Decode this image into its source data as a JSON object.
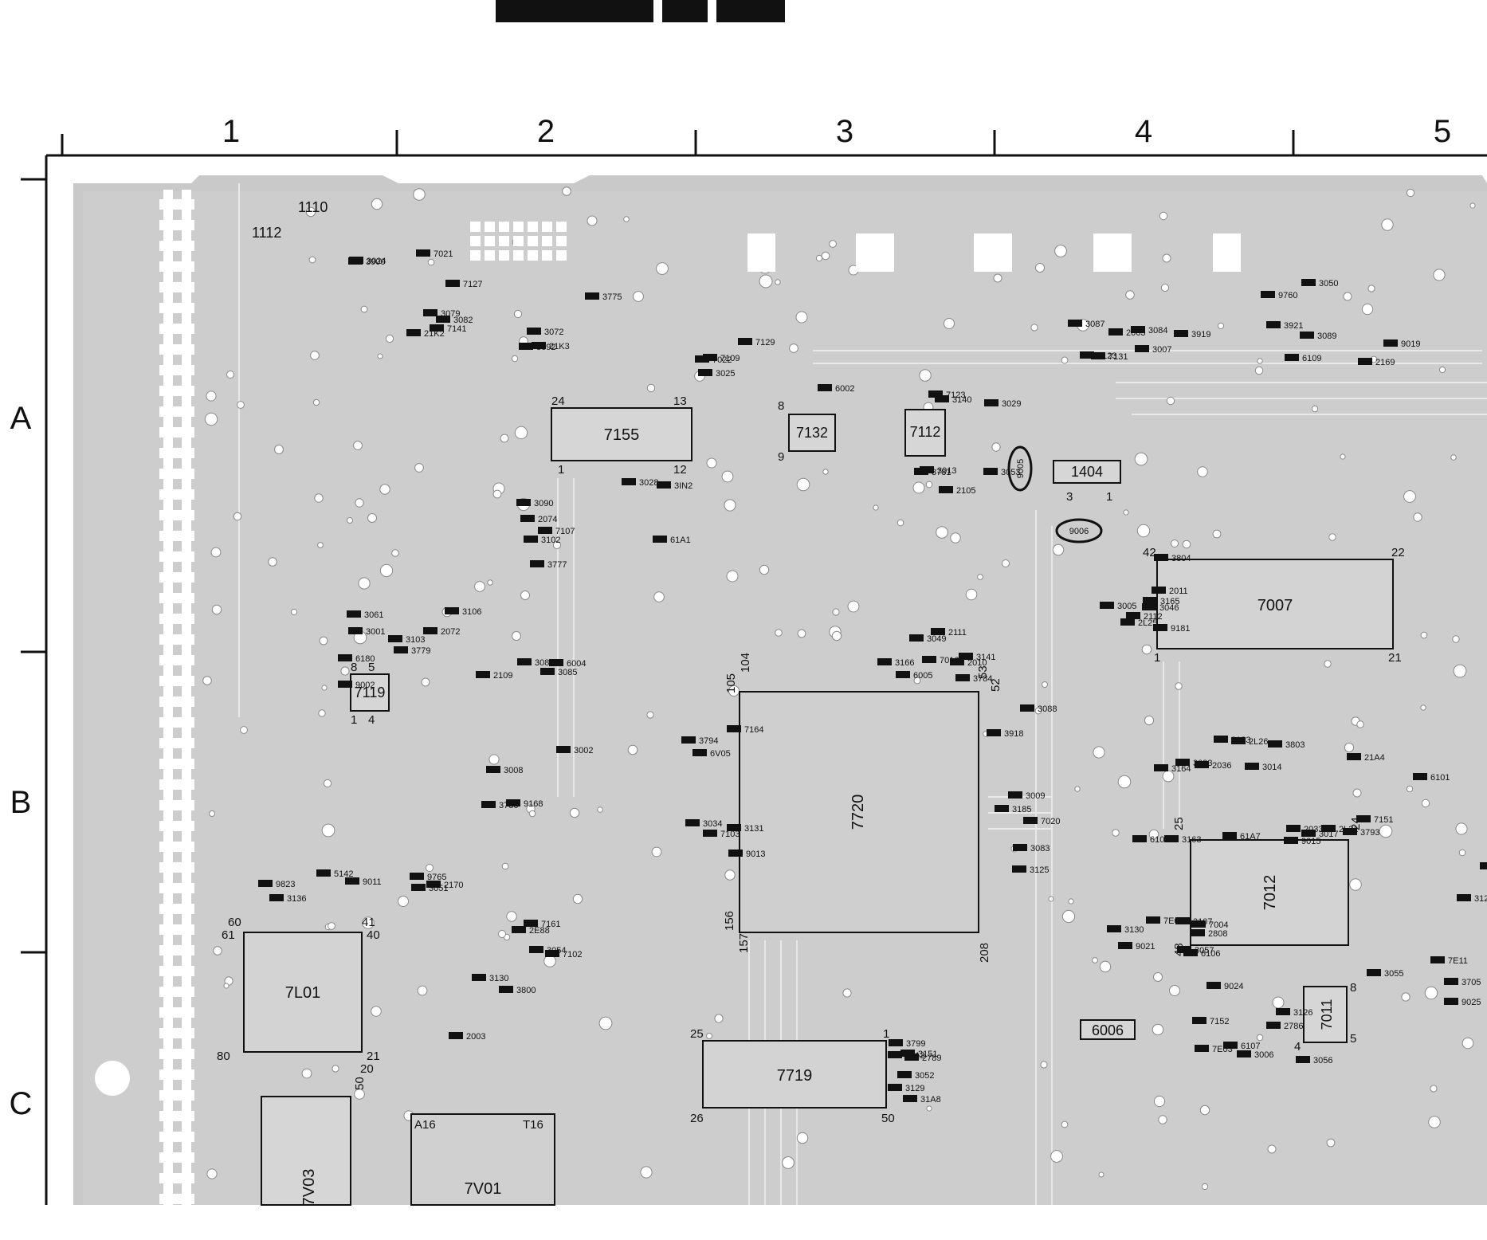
{
  "sheet": {
    "columns": [
      "1",
      "2",
      "3",
      "4",
      "5"
    ],
    "rows": [
      "A",
      "B",
      "C"
    ]
  },
  "chips": {
    "u7155": {
      "ref": "7155",
      "pin_top_left": "24",
      "pin_top_right": "13",
      "pin_bottom_left": "1",
      "pin_bottom_right": "12"
    },
    "u7132": {
      "ref": "7132",
      "pin_a": "8",
      "pin_b": "9"
    },
    "u7112": {
      "ref": "7112"
    },
    "u1404": {
      "ref": "1404",
      "pin_a": "3",
      "pin_b": "1"
    },
    "u7007": {
      "ref": "7007",
      "pin_top_left": "42",
      "pin_top_right": "22",
      "pin_bottom_left": "1",
      "pin_bottom_right": "21"
    },
    "u7720": {
      "ref": "7720",
      "pin_tl1": "105",
      "pin_tl2": "104",
      "pin_tr1": "53",
      "pin_tr2": "52",
      "pin_bl": "157",
      "pin_bl2": "156",
      "pin_br": "208"
    },
    "u7012": {
      "ref": "7012",
      "pin_tl": "25",
      "pin_tr": "24",
      "pin_bl": "48"
    },
    "u7L01": {
      "ref": "7L01",
      "pin_tl1": "60",
      "pin_tl2": "61",
      "pin_tr1": "41",
      "pin_tr2": "40",
      "pin_bl": "80",
      "pin_br1": "21",
      "pin_br2": "20"
    },
    "u7719": {
      "ref": "7719",
      "pin_tl": "25",
      "pin_tr": "1",
      "pin_bl": "26",
      "pin_br": "50"
    },
    "u7V01": {
      "ref": "7V01",
      "pin_tl": "A16",
      "pin_tr": "T16"
    },
    "u7V03": {
      "ref": "7V03",
      "pin_tr": "50"
    },
    "u7011": {
      "ref": "7011",
      "pin_tr": "8",
      "pin_bl": "4",
      "pin_br": "5"
    },
    "u7119": {
      "ref": "7119",
      "pin_tl1": "8",
      "pin_tl2": "5",
      "pin_bl1": "1",
      "pin_bl2": "4"
    },
    "u1110": {
      "ref": "1110"
    },
    "u1112": {
      "ref": "1112"
    },
    "u6006": {
      "ref": "6006"
    }
  },
  "marked_refs": [
    "9005",
    "9006"
  ],
  "refs": [
    "21K2",
    "21K3",
    "61A1",
    "6180",
    "2109",
    "3140",
    "3141",
    "9181",
    "3133",
    "6108",
    "6106",
    "6107",
    "6101",
    "3130",
    "3131",
    "3129",
    "5142",
    "6109",
    "3123",
    "3125",
    "7141",
    "7109",
    "7107",
    "3106",
    "9168",
    "7123",
    "3166",
    "3165",
    "3164",
    "3163",
    "3130",
    "7152",
    "7151",
    "7161",
    "7164",
    "3151",
    "2170",
    "2169",
    "7131",
    "3185",
    "7127",
    "7129",
    "3IN2",
    "9002",
    "3008",
    "6002",
    "6005",
    "3046",
    "2036",
    "2033",
    "3057",
    "3056",
    "3055",
    "3054",
    "3034",
    "3052",
    "3051",
    "3050",
    "3087",
    "3083",
    "3082",
    "3072",
    "3102",
    "3061",
    "3085",
    "3029",
    "3049",
    "3005",
    "3093",
    "3017",
    "7004",
    "3006",
    "3062",
    "2003",
    "9013",
    "9012",
    "9011",
    "9019",
    "2063",
    "7020",
    "7021",
    "7022",
    "2074",
    "2072",
    "6004",
    "3053",
    "7016",
    "2L25",
    "2L26",
    "2L31",
    "7E04",
    "7E03",
    "7E11",
    "2E88",
    "6V05",
    "2789",
    "9823",
    "3921",
    "3919",
    "3918",
    "3900",
    "3775",
    "3777",
    "3779",
    "3780",
    "3781",
    "3784",
    "3804",
    "3803",
    "3793",
    "2808",
    "2786",
    "3705",
    "3800",
    "3794",
    "3799",
    "9765",
    "9760",
    "3007",
    "3009",
    "3024",
    "3025",
    "3028",
    "3103",
    "3080",
    "2105",
    "2111",
    "2112",
    "21A4",
    "61A7",
    "3107",
    "3126",
    "3128",
    "7102",
    "7103",
    "31A8",
    "3136",
    "3089",
    "3084",
    "3088",
    "3079",
    "3092",
    "3090",
    "3001",
    "3002",
    "3013",
    "2010",
    "2011",
    "3014",
    "9015",
    "9021",
    "9024",
    "9025"
  ]
}
